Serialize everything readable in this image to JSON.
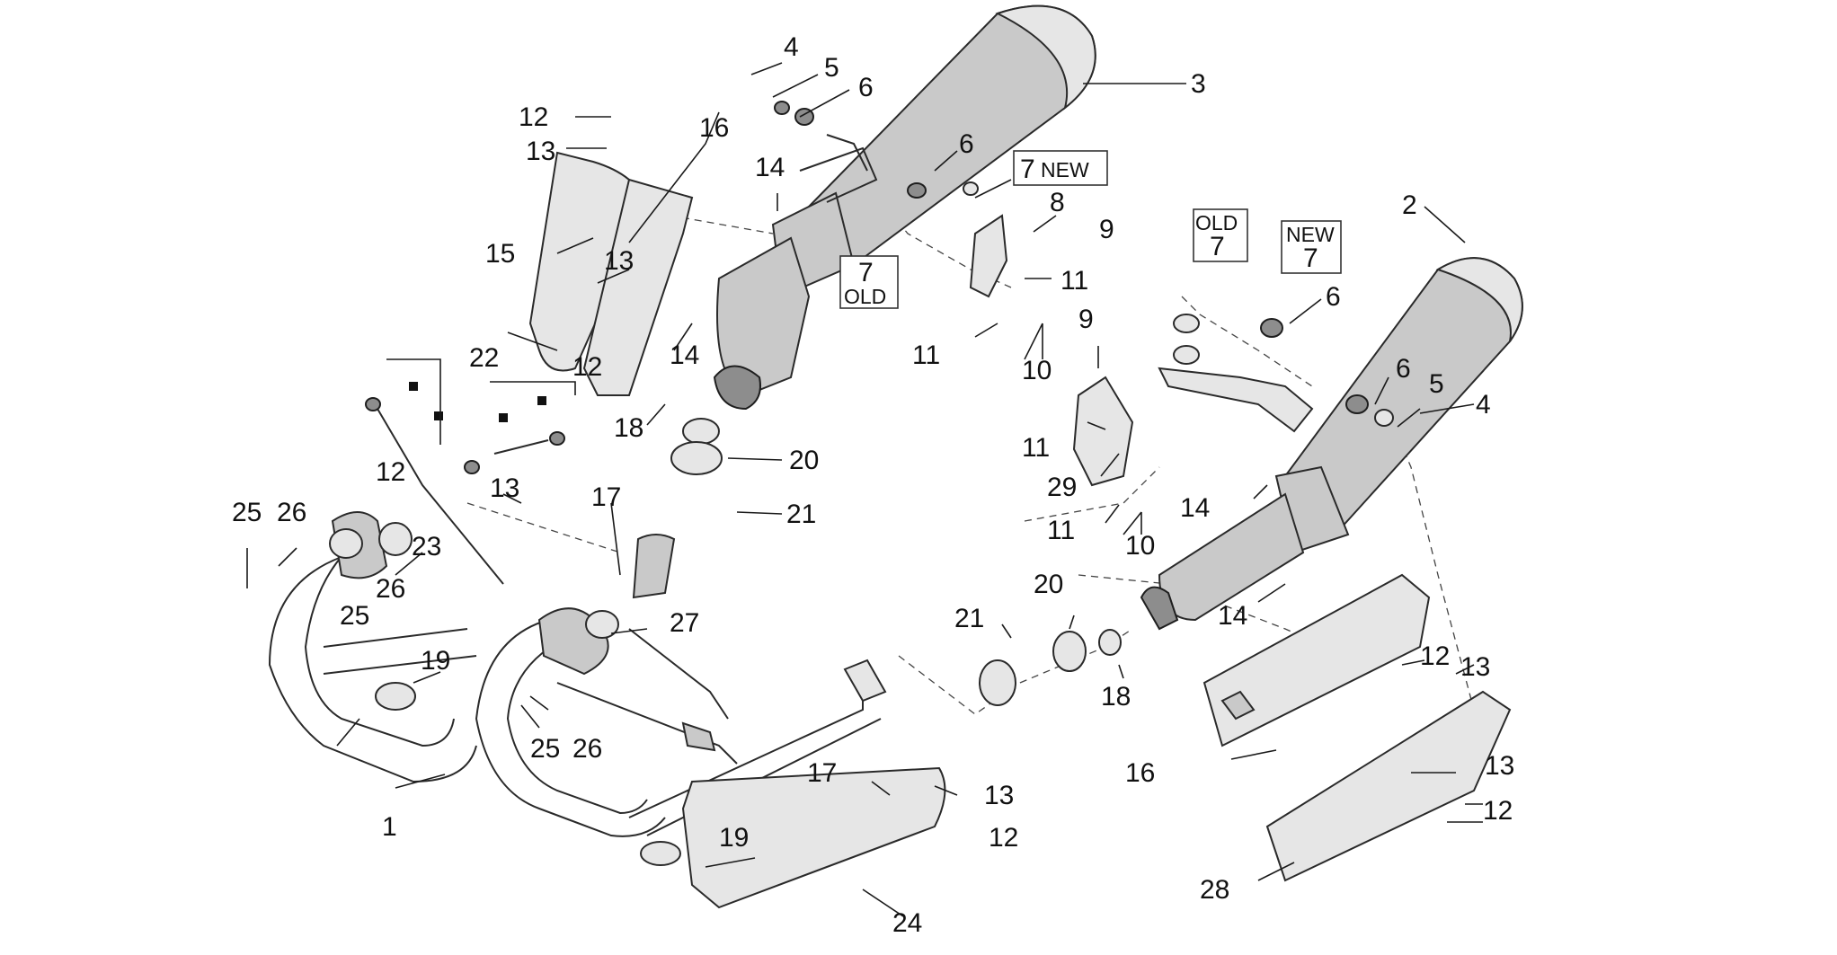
{
  "callouts": {
    "c1": "1",
    "c2": "2",
    "c3": "3",
    "c4a": "4",
    "c4b": "4",
    "c5a": "5",
    "c5b": "5",
    "c6a": "6",
    "c6b": "6",
    "c6c": "6",
    "c6d": "6",
    "c8": "8",
    "c9a": "9",
    "c9b": "9",
    "c10a": "10",
    "c10b": "10",
    "c11a": "11",
    "c11b": "11",
    "c11c": "11",
    "c11d": "11",
    "c12a": "12",
    "c12b": "12",
    "c12c": "12",
    "c12d": "12",
    "c12e": "12",
    "c12f": "12",
    "c13a": "13",
    "c13b": "13",
    "c13c": "13",
    "c13d": "13",
    "c13e": "13",
    "c13f": "13",
    "c14a": "14",
    "c14b": "14",
    "c14c": "14",
    "c14d": "14",
    "c15": "15",
    "c16a": "16",
    "c16b": "16",
    "c17a": "17",
    "c17b": "17",
    "c18a": "18",
    "c18b": "18",
    "c19a": "19",
    "c19b": "19",
    "c20a": "20",
    "c20b": "20",
    "c21a": "21",
    "c21b": "21",
    "c22": "22",
    "c23": "23",
    "c24": "24",
    "c25a": "25",
    "c25b": "25",
    "c25c": "25",
    "c26a": "26",
    "c26b": "26",
    "c26c": "26",
    "c27": "27",
    "c28": "28",
    "c29": "29"
  },
  "boxes": {
    "b1_num": "7",
    "b1_tag": "NEW",
    "b2_num": "7",
    "b2_tag": "OLD",
    "b3_tag": "OLD",
    "b3_num": "7",
    "b4_tag": "NEW",
    "b4_num": "7"
  }
}
